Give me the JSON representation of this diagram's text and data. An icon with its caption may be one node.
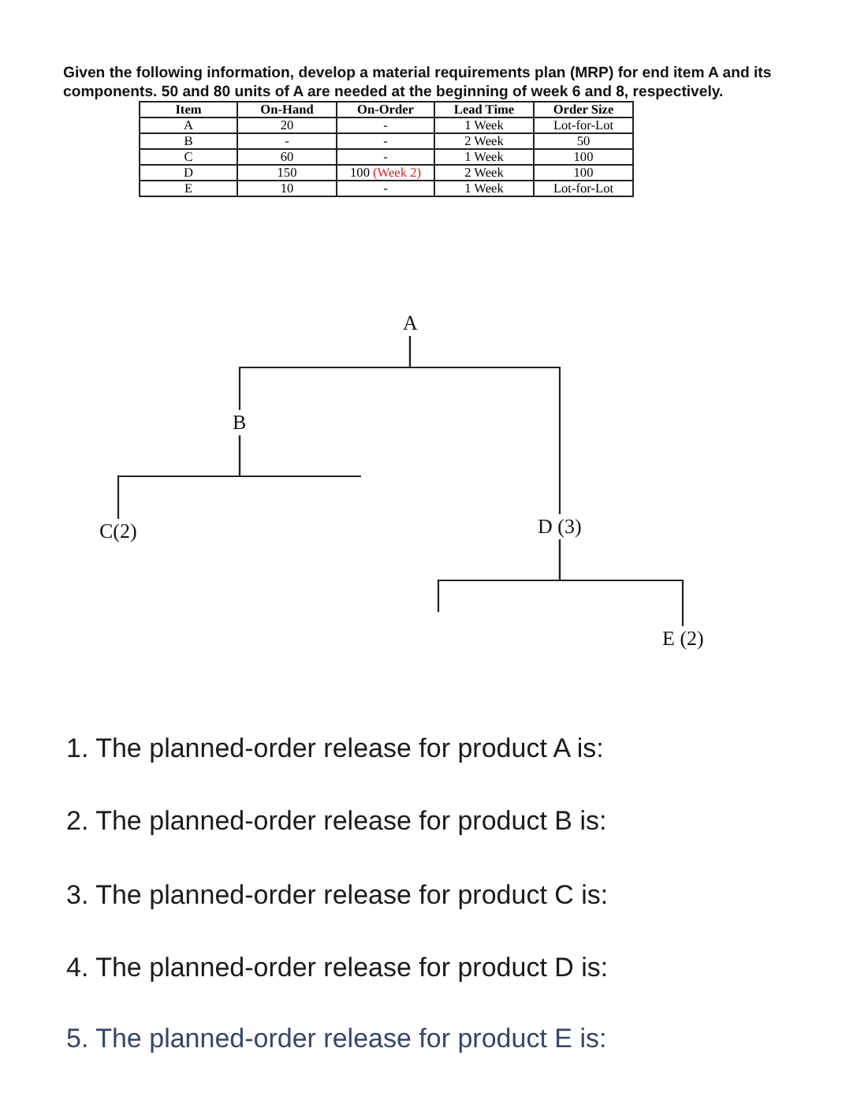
{
  "diagram": {
    "title": "Given the following information, develop a material requirements plan (MRP) for end item A and its components. 50 and 80 units of A are needed at the beginning of week 6 and 8, respectively.",
    "nodes": [
      {
        "text": [
          "A"
        ]
      },
      {
        "text": [
          "B"
        ]
      },
      {
        "text": [
          "C(2)"
        ]
      },
      {
        "text": [
          "D (3)"
        ]
      },
      {
        "text": [
          "E (2)"
        ]
      }
    ],
    "edges": [
      {
        "from": 0,
        "to": 1,
        "arrow": "none"
      },
      {
        "from": 0,
        "to": 3,
        "arrow": "none"
      },
      {
        "from": 1,
        "to": 2,
        "arrow": "none"
      },
      {
        "from": 1,
        "to": null,
        "arrow": "none"
      },
      {
        "from": 3,
        "to": null,
        "arrow": "none"
      },
      {
        "from": 3,
        "to": 4,
        "arrow": "none"
      }
    ],
    "labels": [
      "Item",
      "On-Hand",
      "On-Order",
      "Lead Time",
      "Order Size",
      "A",
      "20",
      "-",
      "1 Week",
      "Lot-for-Lot",
      "B",
      "-",
      "-",
      "2 Week",
      "50",
      "C",
      "60",
      "-",
      "1 Week",
      "100",
      "D",
      "150",
      "100 (Week 2)",
      "2 Week",
      "100",
      "E",
      "10",
      "-",
      "1 Week",
      "Lot-for-Lot",
      "1. The planned-order release for product A is:",
      "2. The planned-order release for product B is:",
      "3. The planned-order release for product C is:",
      "4. The planned-order release for product D is:",
      "5. The planned-order release for product E is:"
    ]
  }
}
